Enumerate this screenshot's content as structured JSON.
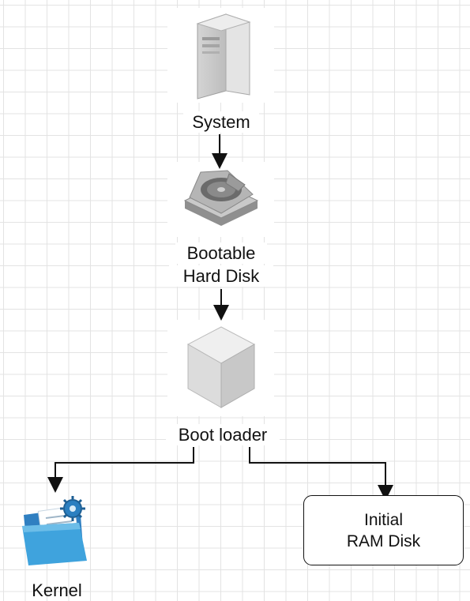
{
  "nodes": {
    "system": {
      "label": "System",
      "icon": "server-tower-icon"
    },
    "hard_disk": {
      "label_line1": "Bootable",
      "label_line2": "Hard Disk",
      "icon": "hard-disk-icon"
    },
    "boot_loader": {
      "label": "Boot loader",
      "icon": "cube-icon"
    },
    "kernel": {
      "label": "Kernel",
      "icon": "folder-gear-icon"
    },
    "initial_ram_disk": {
      "label_line1": "Initial",
      "label_line2": "RAM Disk"
    }
  },
  "edges": [
    {
      "from": "System",
      "to": "Bootable Hard Disk"
    },
    {
      "from": "Bootable Hard Disk",
      "to": "Boot loader"
    },
    {
      "from": "Boot loader",
      "to": "Kernel"
    },
    {
      "from": "Boot loader",
      "to": "Initial RAM Disk"
    }
  ],
  "colors": {
    "line": "#111111",
    "grid": "#e3e3e3",
    "folder": "#3a9fd8",
    "gear": "#2b7fc0"
  }
}
